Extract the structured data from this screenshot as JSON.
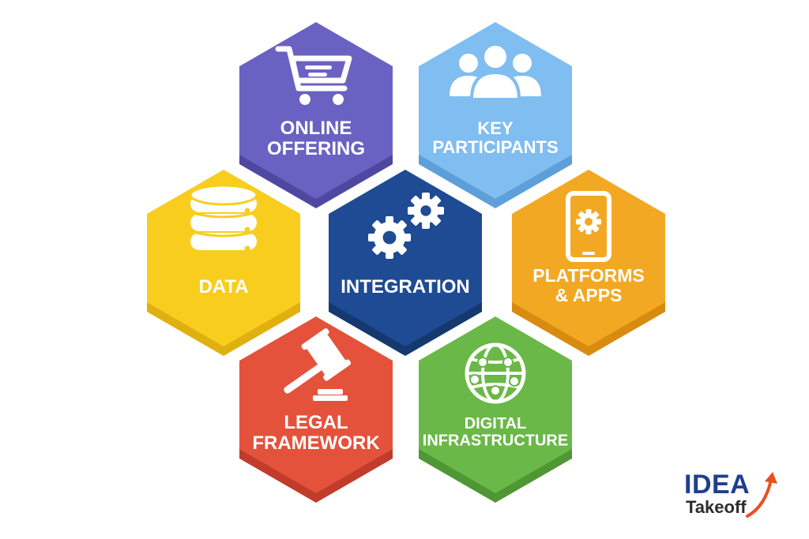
{
  "diagram": {
    "hexagons": [
      {
        "id": "online-offering",
        "lines": [
          "ONLINE",
          "OFFERING"
        ],
        "color": "#6a62c2",
        "shadow": "#4e48a0",
        "icon": "shopping-cart-icon"
      },
      {
        "id": "key-participants",
        "lines": [
          "KEY",
          "PARTICIPANTS"
        ],
        "color": "#80bdf0",
        "shadow": "#5d9fd8",
        "icon": "people-group-icon"
      },
      {
        "id": "data",
        "lines": [
          "DATA"
        ],
        "color": "#f8cd1e",
        "shadow": "#e0b010",
        "icon": "database-icon"
      },
      {
        "id": "integration",
        "lines": [
          "INTEGRATION"
        ],
        "color": "#1f4b94",
        "shadow": "#15386f",
        "icon": "gears-icon"
      },
      {
        "id": "platforms-apps",
        "lines": [
          "PLATFORMS",
          "& APPS"
        ],
        "color": "#f3a823",
        "shadow": "#d78b10",
        "icon": "tablet-gear-icon"
      },
      {
        "id": "legal-framework",
        "lines": [
          "LEGAL",
          "FRAMEWORK"
        ],
        "color": "#e5523c",
        "shadow": "#c13c2a",
        "icon": "gavel-icon"
      },
      {
        "id": "digital-infrastructure",
        "lines": [
          "DIGITAL",
          "INFRASTRUCTURE"
        ],
        "color": "#6ab847",
        "shadow": "#4f9634",
        "icon": "network-globe-icon"
      }
    ]
  },
  "brand": {
    "name_top": "IDEA",
    "name_bottom": "Takeoff",
    "primary_color": "#1f3f8f",
    "accent_color": "#e8501f",
    "icon": "rising-arrow-icon"
  }
}
